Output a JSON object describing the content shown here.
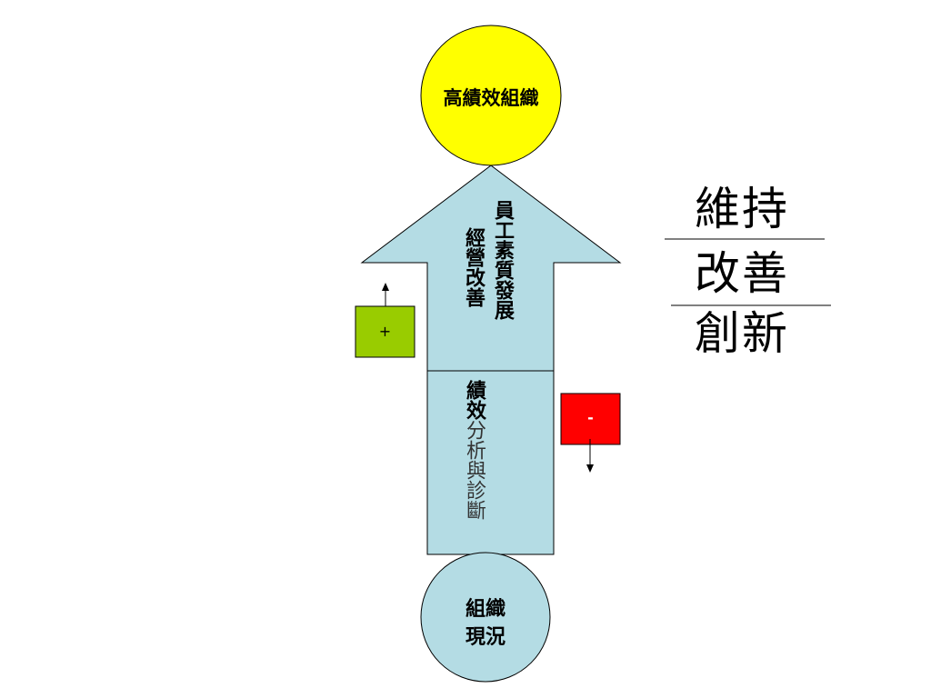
{
  "top_circle": {
    "label": "高績效組織",
    "fill": "#FFFF00"
  },
  "bottom_circle": {
    "lines": [
      "組織",
      "現況"
    ],
    "fill": "#B4DCE4"
  },
  "arrow": {
    "fill": "#B4DCE4",
    "upper_text_right": "員工素質發展",
    "upper_text_left": "經營改善",
    "lower_text_bold": "績效",
    "lower_text_rest": "分析與診斷"
  },
  "plus_box": {
    "label": "+",
    "fill": "#99CC00"
  },
  "minus_box": {
    "label": "-",
    "fill": "#FF0000"
  },
  "right_stack": {
    "words": [
      "維持",
      "改善",
      "創新"
    ]
  }
}
